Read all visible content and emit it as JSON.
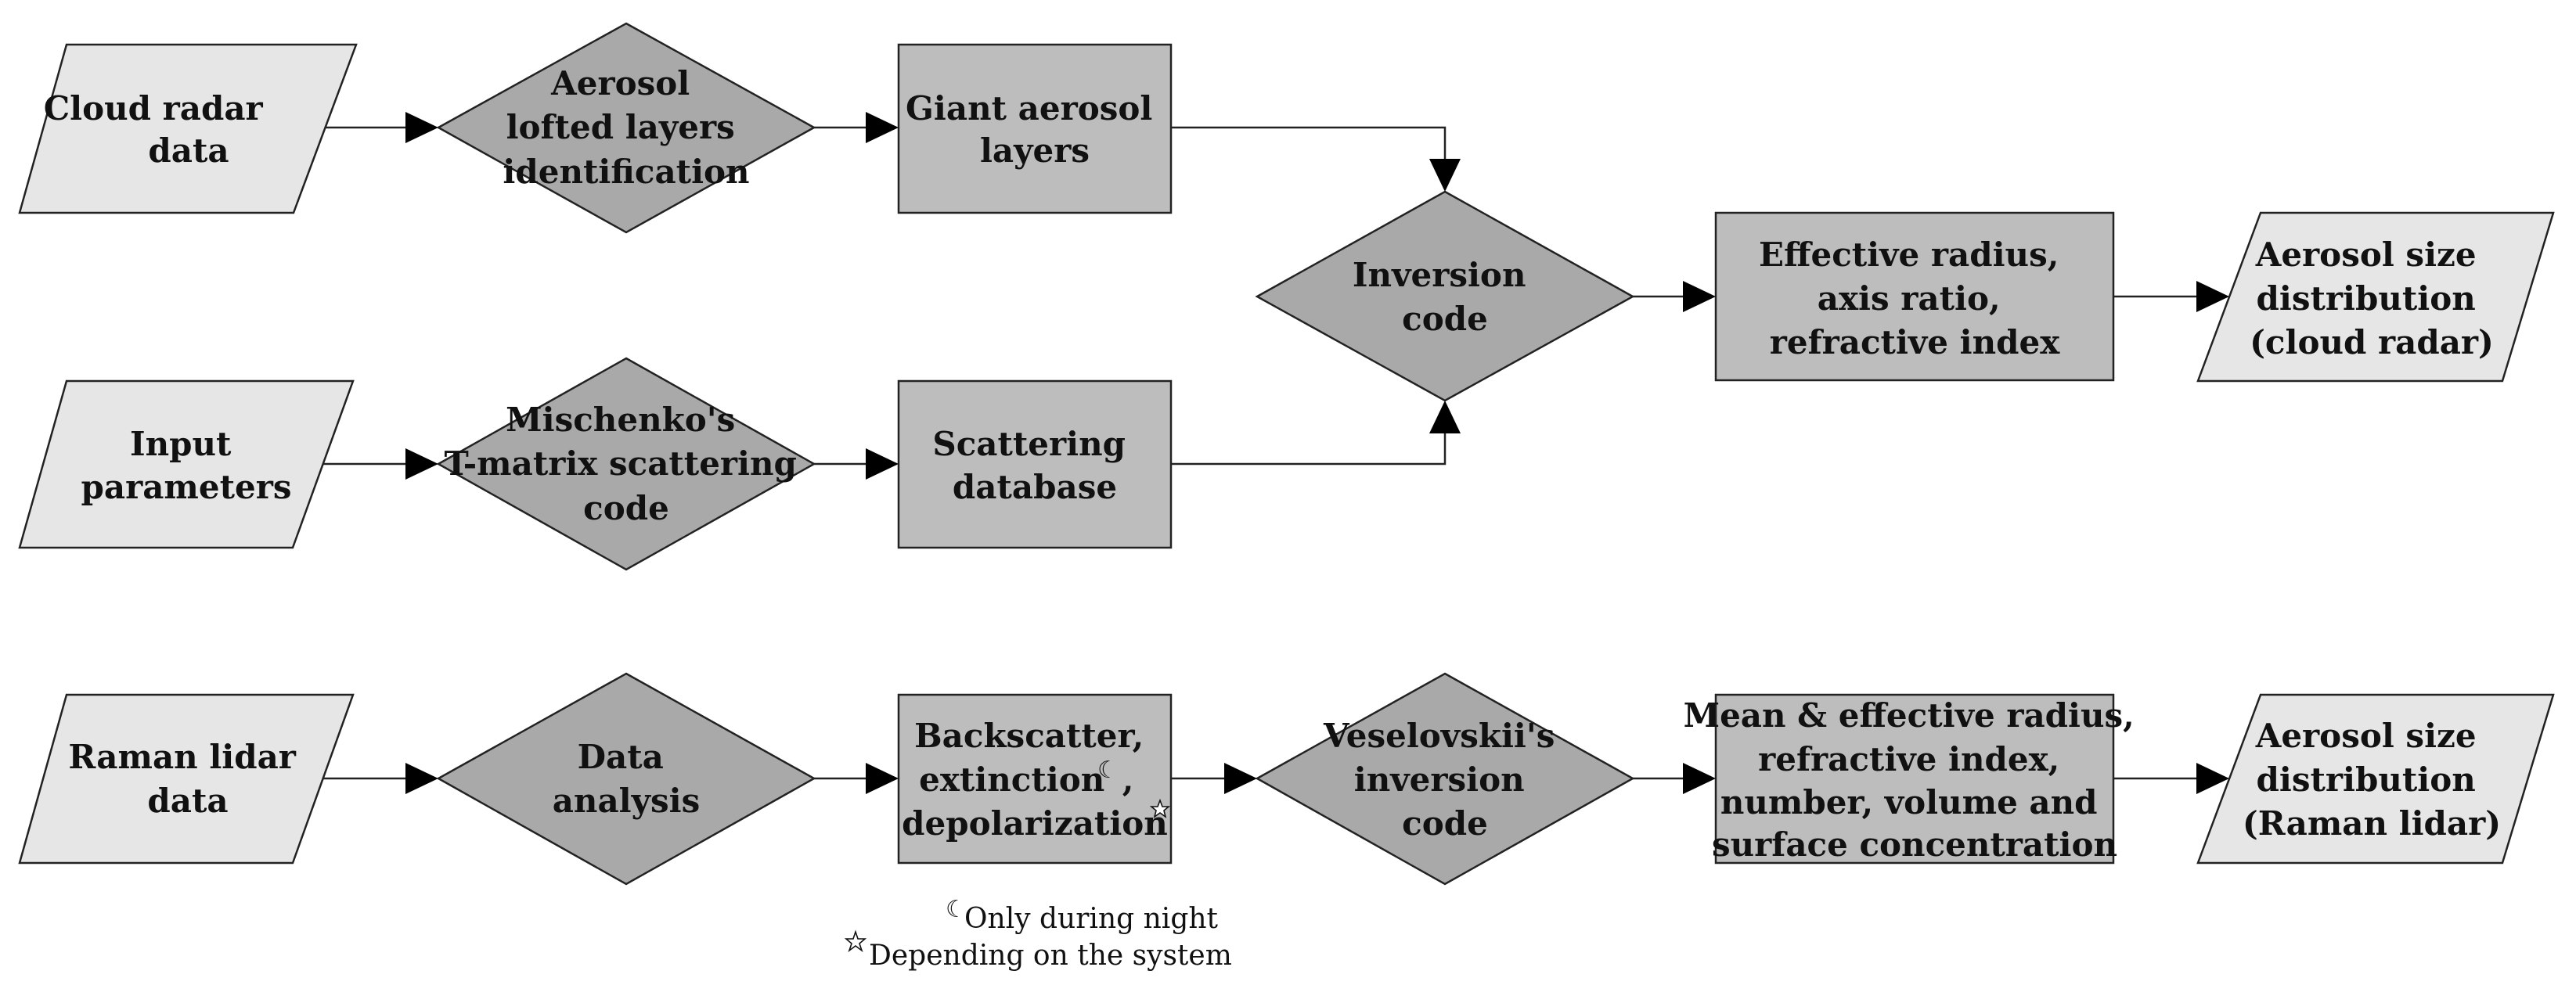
{
  "nodes": {
    "cloud_radar_data": [
      "Cloud radar",
      "data"
    ],
    "aerosol_layers_id": [
      "Aerosol",
      "lofted layers",
      "identification"
    ],
    "giant_aerosol_layers": [
      "Giant aerosol",
      "layers"
    ],
    "input_parameters": [
      "Input",
      "parameters"
    ],
    "t_matrix_code": [
      "Mischenko's",
      "T-matrix scattering",
      "code"
    ],
    "scattering_database": [
      "Scattering",
      "database"
    ],
    "inversion_code": [
      "Inversion",
      "code"
    ],
    "radar_outputs": [
      "Effective radius,",
      "axis ratio,",
      "refractive index"
    ],
    "size_dist_radar": [
      "Aerosol size",
      "distribution",
      "(cloud radar)"
    ],
    "raman_lidar_data": [
      "Raman lidar",
      "data"
    ],
    "data_analysis": [
      "Data",
      "analysis"
    ],
    "lidar_products": [
      "Backscatter,",
      "extinction",
      ",",
      "depolarization"
    ],
    "veselovskii_code": [
      "Veselovskii's",
      "inversion",
      "code"
    ],
    "lidar_outputs": [
      "Mean & effective radius,",
      "refractive index,",
      "number, volume and",
      "surface concentration"
    ],
    "size_dist_lidar": [
      "Aerosol size",
      "distribution",
      "(Raman lidar)"
    ]
  },
  "footnotes": {
    "night_symbol": "☾",
    "night_text": "Only during night",
    "system_symbol": "☆",
    "system_text": "Depending on the system"
  }
}
